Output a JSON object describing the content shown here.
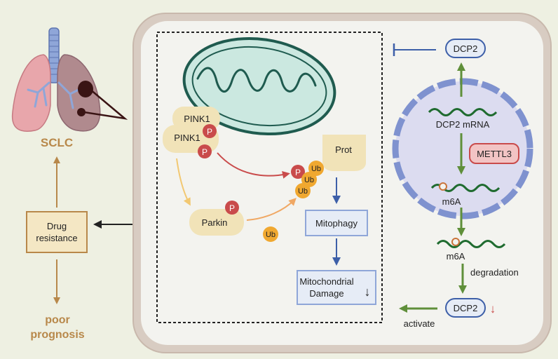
{
  "left": {
    "disease_label": "SCLC",
    "drug_box": [
      "Drug",
      "resistance"
    ],
    "outcome": [
      "poor",
      "prognosis"
    ]
  },
  "cell": {
    "pink1_top": "PINK1",
    "pink1_bottom": "PINK1",
    "p_label": "P",
    "prot_label": "Prot",
    "ub_label": "Ub",
    "parkin_label": "Parkin",
    "mitophagy_box": "Mitophagy",
    "damage_box": [
      "Mitochondrial",
      "Damage"
    ],
    "down_arrow": "↓"
  },
  "nucleus": {
    "dcp2_top": "DCP2",
    "dcp2_mrna": "DCP2 mRNA",
    "mettl3": "METTL3",
    "m6a_inside": "m6A",
    "m6a_outside": "m6A",
    "degradation": "degradation",
    "dcp2_bottom": "DCP2",
    "dcp2_down": "↓",
    "activate": "activate"
  },
  "colors": {
    "background": "#eef0e2",
    "cell_border": "#c8b8ac",
    "cell_fill": "#f3f3ef",
    "brown_accent": "#b8884a",
    "green_arrow": "#5f8f3a",
    "blue_arrow": "#3d5fa8",
    "nucleus_fill": "#dcdcf0",
    "nucleus_border": "#7f92cf",
    "p_circle": "#c94b4b",
    "ub_circle": "#f0a830",
    "mito_fill": "#cbe8e0",
    "mito_stroke": "#1f5b4f"
  }
}
